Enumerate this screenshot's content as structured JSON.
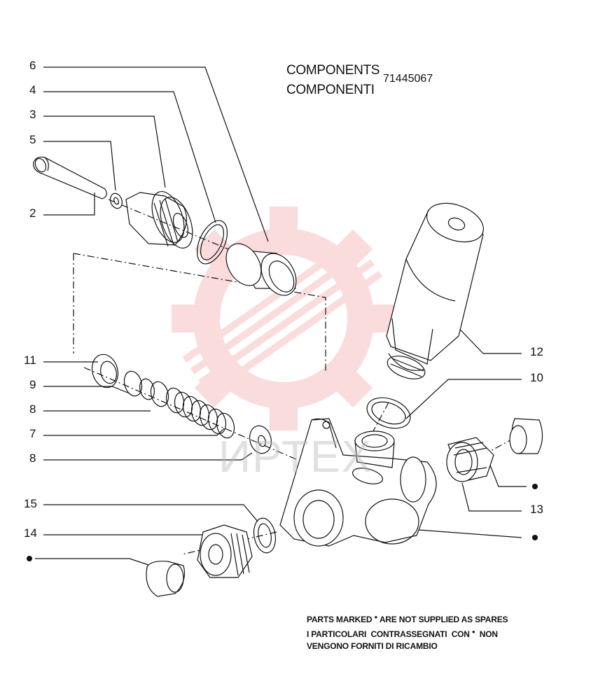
{
  "header": {
    "title_en": "COMPONENTS",
    "title_it": "COMPONENTI",
    "part_number": "71445067"
  },
  "callouts": [
    "6",
    "4",
    "3",
    "5",
    "2",
    "11",
    "9",
    "8",
    "7",
    "8",
    "15",
    "14",
    "12",
    "10",
    "13"
  ],
  "not_supplied_marker": "●",
  "note": {
    "line1_pre": "PARTS MARKED ",
    "line1_post": " ARE NOT SUPPLIED AS SPARES",
    "line2_pre": "I PARTICOLARI  CONTRASSEGNATI  CON ",
    "line2_post": "  NON",
    "line3": "VENGONO FORNITI DI RICAMBIO"
  },
  "watermark_text": "ИРТЕХ",
  "colors": {
    "ink": "#111111",
    "watermark": "#e9454a"
  }
}
